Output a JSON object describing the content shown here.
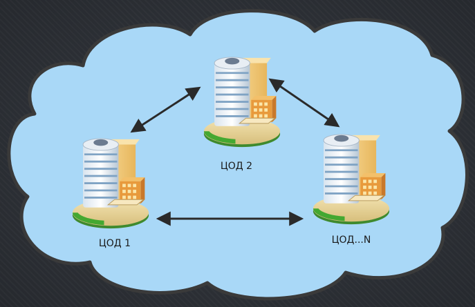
{
  "diagram": {
    "nodes": [
      {
        "id": "dc1",
        "label": "ЦОД 1",
        "icon": "datacenter-building-icon"
      },
      {
        "id": "dc2",
        "label": "ЦОД 2",
        "icon": "datacenter-building-icon"
      },
      {
        "id": "dcn",
        "label": "ЦОД...N",
        "icon": "datacenter-building-icon"
      }
    ],
    "edges": [
      {
        "from": "dc1",
        "to": "dc2",
        "type": "bidirectional"
      },
      {
        "from": "dc2",
        "to": "dcn",
        "type": "bidirectional"
      },
      {
        "from": "dc1",
        "to": "dcn",
        "type": "bidirectional"
      }
    ],
    "colors": {
      "background": "#2b2e33",
      "cloud_fill": "#a9d8f7",
      "cloud_stroke": "#3a3a3a",
      "arrow": "#2a2a2a"
    }
  }
}
